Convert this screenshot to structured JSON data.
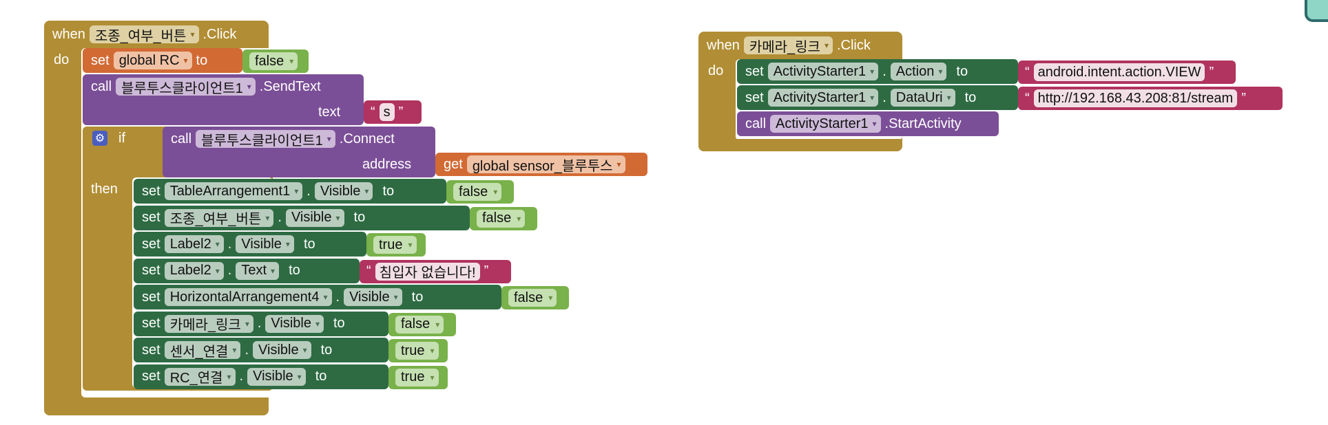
{
  "event1": {
    "when": "when",
    "component": "조종_여부_버튼",
    "event": ".Click",
    "do": "do"
  },
  "set_rc": {
    "set": "set",
    "var": "global RC",
    "to": "to",
    "value": "false"
  },
  "sendtext": {
    "call": "call",
    "component": "블루투스클라이언트1",
    "method": ".SendText",
    "param": "text",
    "value": "s"
  },
  "ifblock": {
    "if": "if",
    "then": "then",
    "call": "call",
    "component": "블루투스클라이언트1",
    "method": ".Connect",
    "param": "address",
    "get": "get",
    "var": "global sensor_블루투스"
  },
  "then_sets": [
    {
      "set": "set",
      "component": "TableArrangement1",
      "dot": ".",
      "prop": "Visible",
      "to": "to",
      "value": "false"
    },
    {
      "set": "set",
      "component": "조종_여부_버튼",
      "dot": ".",
      "prop": "Visible",
      "to": "to",
      "value": "false"
    },
    {
      "set": "set",
      "component": "Label2",
      "dot": ".",
      "prop": "Visible",
      "to": "to",
      "value": "true"
    },
    {
      "set": "set",
      "component": "Label2",
      "dot": ".",
      "prop": "Text",
      "to": "to",
      "value": "침입자 없습니다!"
    },
    {
      "set": "set",
      "component": "HorizontalArrangement4",
      "dot": ".",
      "prop": "Visible",
      "to": "to",
      "value": "false"
    },
    {
      "set": "set",
      "component": "카메라_링크",
      "dot": ".",
      "prop": "Visible",
      "to": "to",
      "value": "false"
    },
    {
      "set": "set",
      "component": "센서_연결",
      "dot": ".",
      "prop": "Visible",
      "to": "to",
      "value": "true"
    },
    {
      "set": "set",
      "component": "RC_연결",
      "dot": ".",
      "prop": "Visible",
      "to": "to",
      "value": "true"
    }
  ],
  "event2": {
    "when": "when",
    "component": "카메라_링크",
    "event": ".Click",
    "do": "do"
  },
  "event2_sets": [
    {
      "set": "set",
      "component": "ActivityStarter1",
      "dot": ".",
      "prop": "Action",
      "to": "to",
      "value": "android.intent.action.VIEW"
    },
    {
      "set": "set",
      "component": "ActivityStarter1",
      "dot": ".",
      "prop": "DataUri",
      "to": "to",
      "value": "http://192.168.43.208:81/stream"
    }
  ],
  "startactivity": {
    "call": "call",
    "component": "ActivityStarter1",
    "method": ".StartActivity"
  },
  "quote_open": "“",
  "quote_close": "”",
  "dropdown_glyph": "▾",
  "colors": {
    "event": "#b18e35",
    "component_set": "#2e6b43",
    "call": "#7b4f97",
    "variable": "#d26a34",
    "text": "#b1335f",
    "logic": "#79b14a",
    "gear": "#4a5ec0"
  }
}
